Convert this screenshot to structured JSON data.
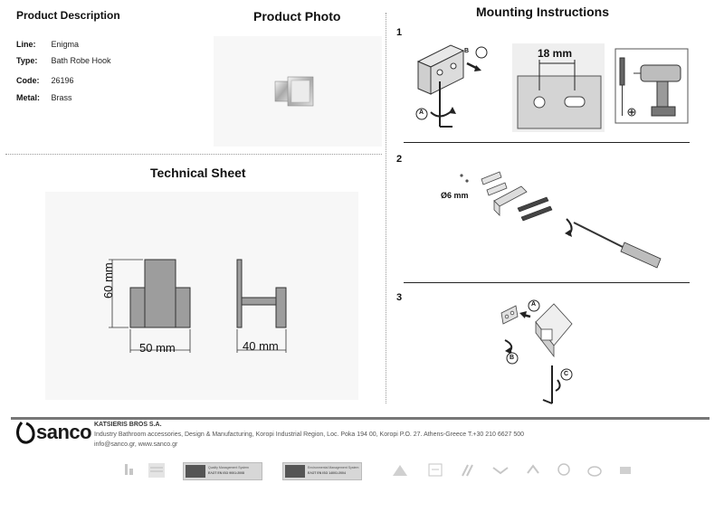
{
  "sections": {
    "product_description": "Product Description",
    "product_photo": "Product Photo",
    "technical_sheet": "Technical Sheet",
    "mounting_instructions": "Mounting Instructions"
  },
  "specs": [
    {
      "key": "Line:",
      "value": "Enigma"
    },
    {
      "key": "Type:",
      "value": "Bath Robe Hook"
    },
    {
      "key": "Code:",
      "value": "26196"
    },
    {
      "key": "Metal:",
      "value": "Brass"
    }
  ],
  "technical": {
    "height_label": "60 mm",
    "width_label": "50 mm",
    "depth_label": "40 mm"
  },
  "steps": {
    "step1": {
      "num": "1",
      "spacing_label": "18 mm",
      "label_a": "A",
      "label_b": "B"
    },
    "step2": {
      "num": "2",
      "drill_label": "Ø6 mm"
    },
    "step3": {
      "num": "3",
      "label_a": "A",
      "label_b": "B",
      "label_c": "C"
    }
  },
  "footer": {
    "brand": "sanco",
    "company": "KATSIERIS BROS S.A.",
    "address": "Industry Bathroom accessories, Design & Manufacturing, Koropi Industrial Region, Loc. Poka 194 00, Koropi P.O. 27. Athens-Greece   T.+30 210 6627 500",
    "contact": "info@sanco.gr, www.sanco.gr",
    "cert1_line1": "Quality Management System",
    "cert1_line2": "ΕΛΟΤ ΕΝ ISO 9001:2008",
    "cert2_line1": "Environmental Management System",
    "cert2_line2": "ΕΛΟΤ ΕΝ ISO 14001:2004"
  }
}
